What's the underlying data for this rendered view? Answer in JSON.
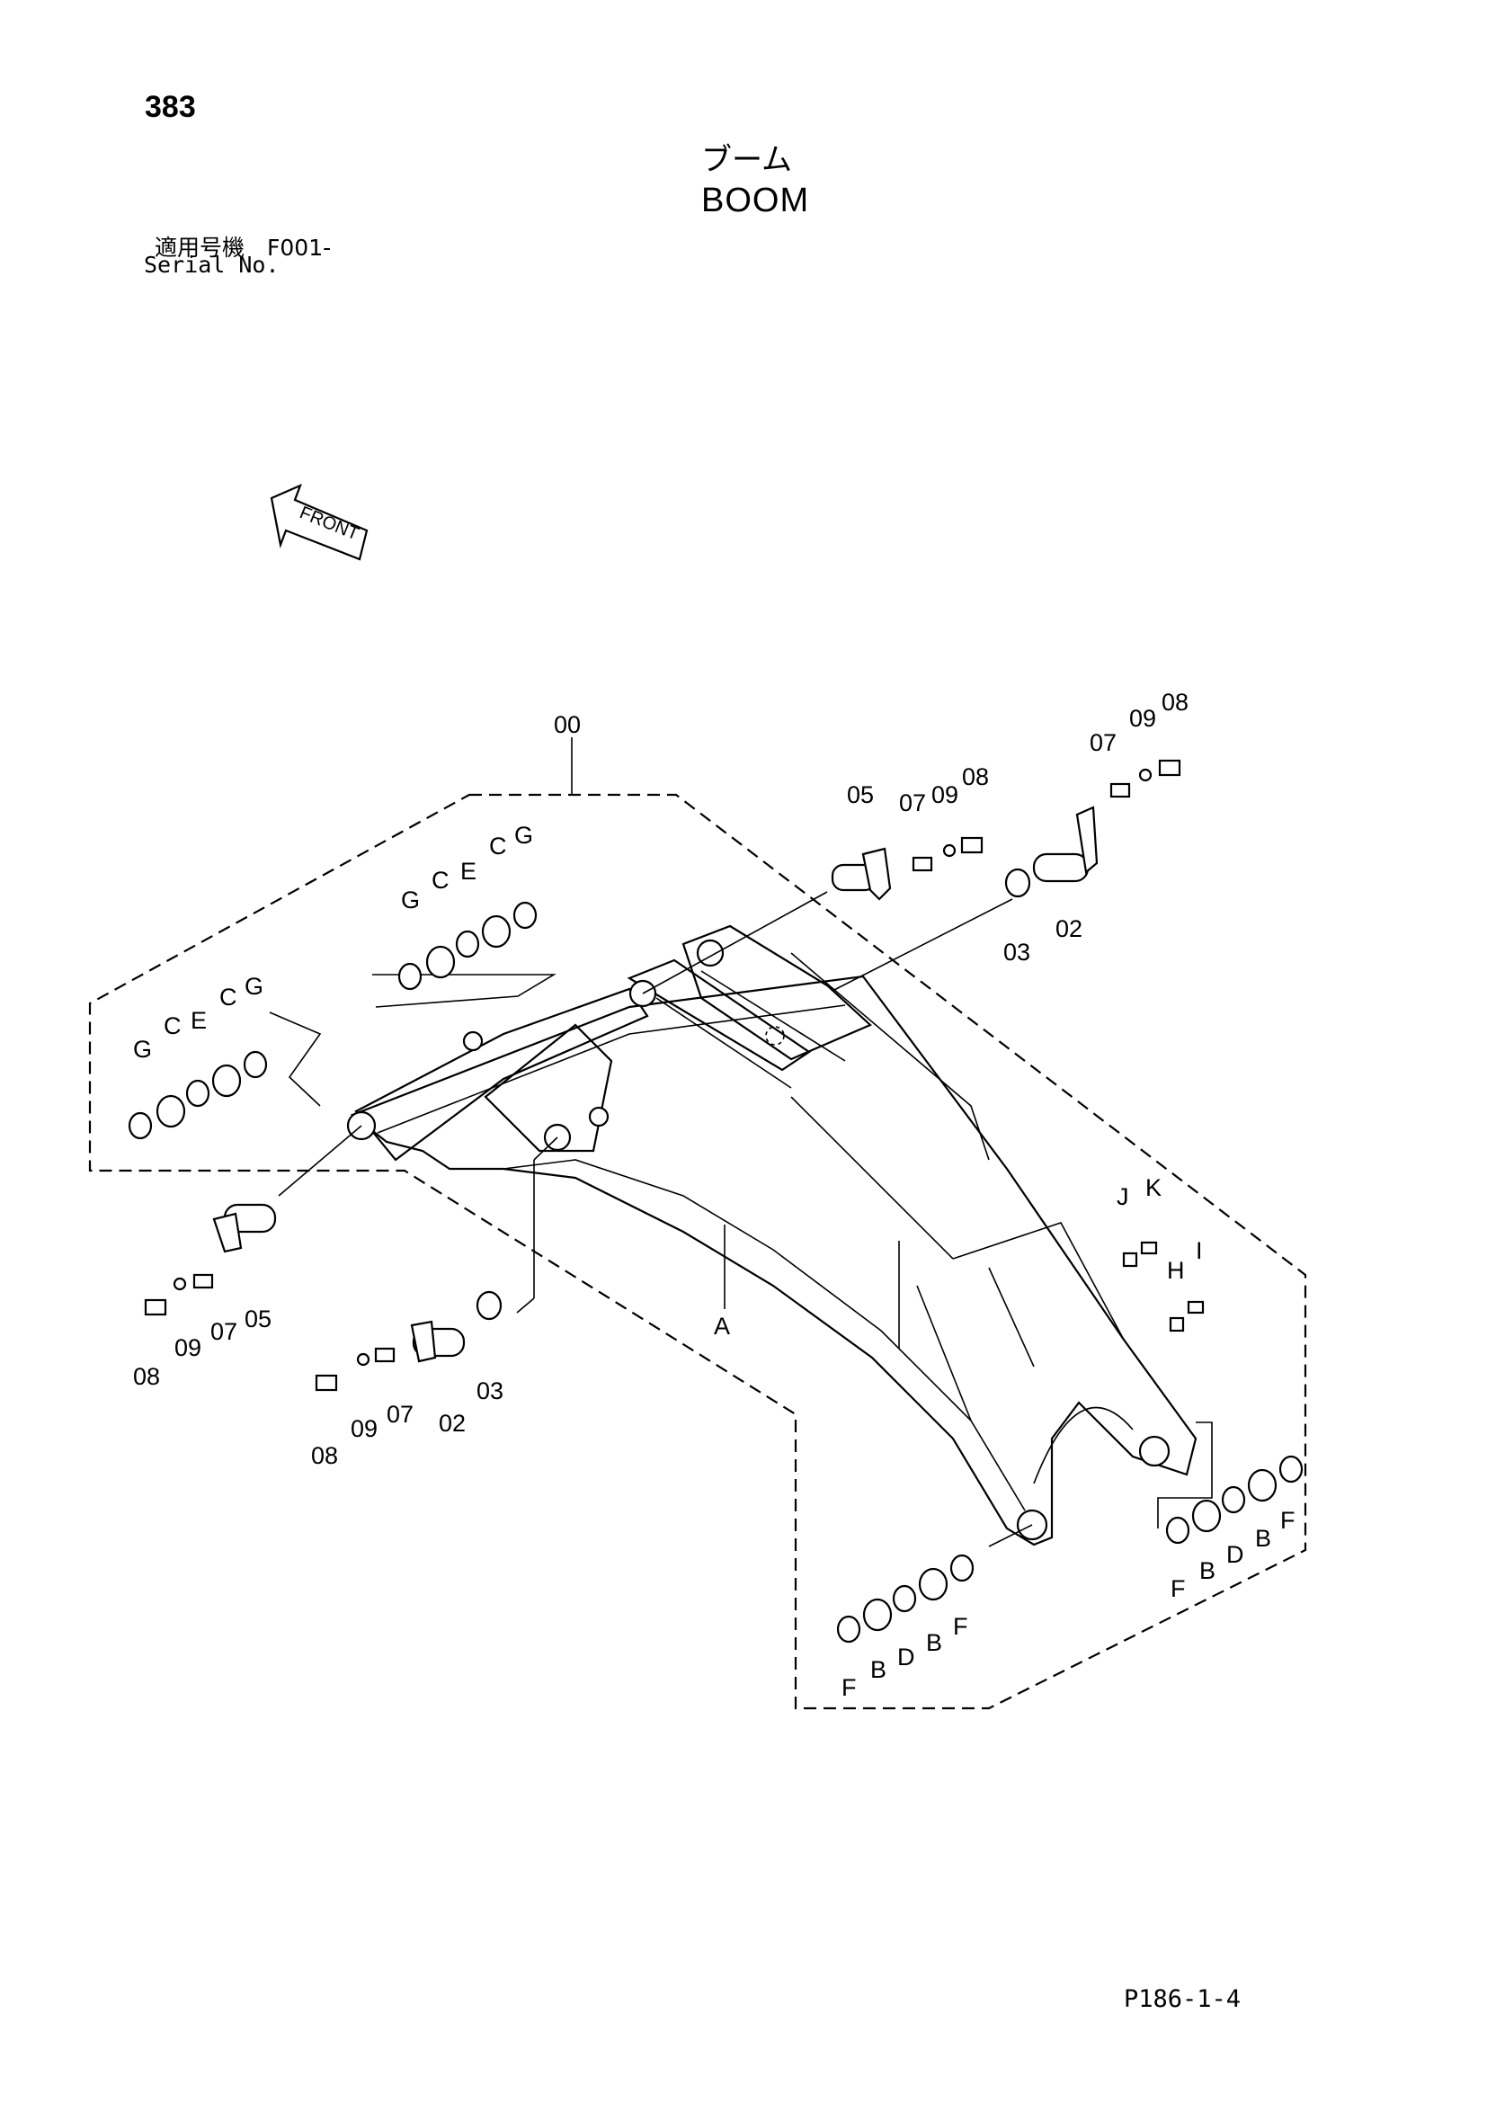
{
  "header": {
    "page_number": "383",
    "title_jp": "ブーム",
    "title_en": "BOOM",
    "serial_jp": "適用号機　F001-",
    "serial_en": "Serial No."
  },
  "footer": {
    "page_ref": "P186-1-4"
  },
  "diagram": {
    "front_label": "FRONT",
    "callouts": [
      "00",
      "05",
      "07",
      "09",
      "08",
      "07",
      "09",
      "08",
      "03",
      "02",
      "G",
      "C",
      "E",
      "C",
      "G",
      "G",
      "C",
      "E",
      "C",
      "G",
      "08",
      "09",
      "07",
      "05",
      "08",
      "09",
      "07",
      "02",
      "03",
      "A",
      "J",
      "K",
      "H",
      "I",
      "F",
      "B",
      "D",
      "B",
      "F",
      "F",
      "B",
      "D",
      "B",
      "F"
    ]
  }
}
